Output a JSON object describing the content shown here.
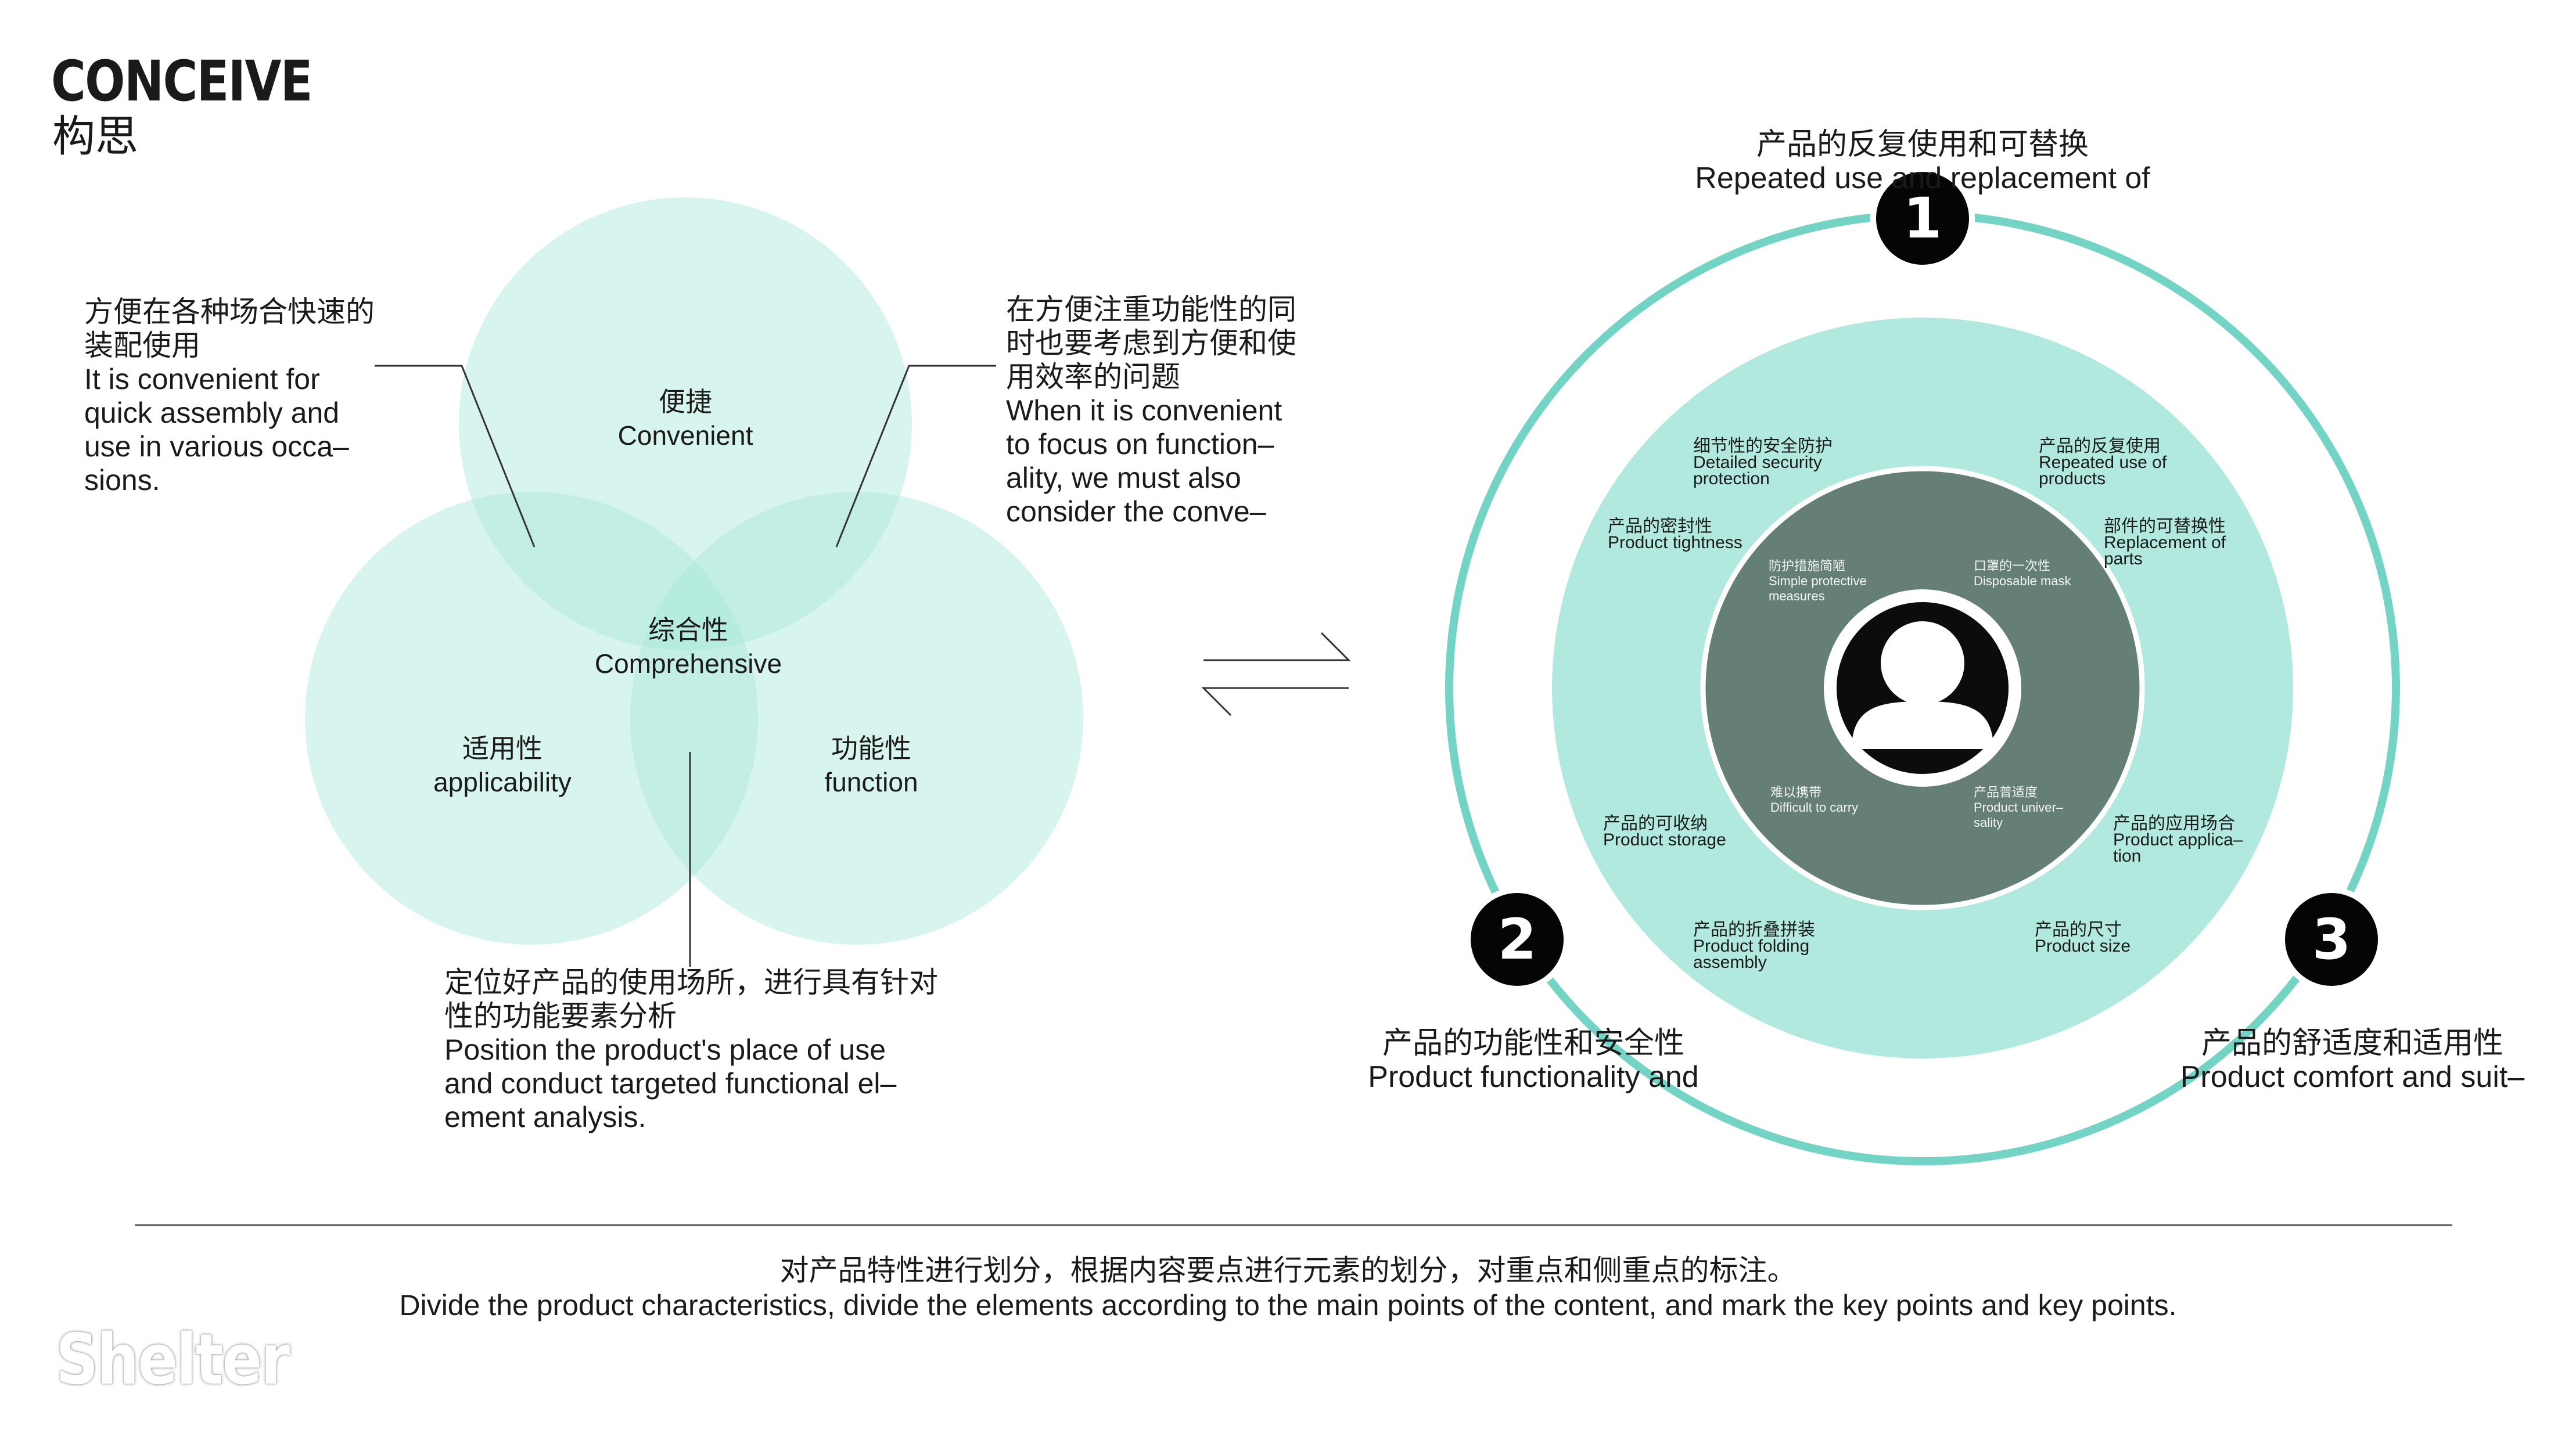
{
  "header": {
    "title_en": "CONCEIVE",
    "title_zh": "构思"
  },
  "colors": {
    "circle_fill": "#a8e6d9",
    "ring": "#73d3c4",
    "outer_disc": "#b1e9df",
    "inner_disc": "#657f77",
    "badge": "#050505"
  },
  "venn": {
    "top": {
      "zh": "便捷",
      "en": "Convenient"
    },
    "center": {
      "zh": "综合性",
      "en": "Comprehensive"
    },
    "left": {
      "zh": "适用性",
      "en": "applicability"
    },
    "right": {
      "zh": "功能性",
      "en": "function"
    }
  },
  "annotations": {
    "left": "方便在各种场合快速的\n装配使用\nIt is convenient for\nquick assembly and\nuse in various occa–\nsions.",
    "right": "在方便注重功能性的同\n时也要考虑到方便和使\n用效率的问题\nWhen it is convenient\nto focus on function–\nality, we must also\nconsider the conve–",
    "bottom": "定位好产品的使用场所，进行具有针对\n性的功能要素分析\nPosition the product's place of use\nand conduct targeted functional el–\nement analysis."
  },
  "steps": [
    {
      "number": "1",
      "zh": "产品的反复使用和可替换",
      "en": "Repeated use and replacement of"
    },
    {
      "number": "2",
      "zh": "产品的功能性和安全性",
      "en": "Product functionality and"
    },
    {
      "number": "3",
      "zh": "产品的舒适度和适用性",
      "en": "Product comfort and suit–"
    }
  ],
  "outer_labels": [
    "细节性的安全防护\nDetailed security\nprotection",
    "产品的反复使用\nRepeated use of\nproducts",
    "产品的密封性\nProduct tightness",
    "部件的可替换性\nReplacement of\nparts",
    "产品的可收纳\nProduct storage",
    "产品的应用场合\nProduct applica–\ntion",
    "产品的折叠拼装\nProduct folding\nassembly",
    "产品的尺寸\nProduct size"
  ],
  "inner_labels": [
    "防护措施简陋\nSimple protective\nmeasures",
    "口罩的一次性\nDisposable mask",
    "难以携带\nDifficult to carry",
    "产品普适度\nProduct univer–\nsality"
  ],
  "footer": {
    "zh": "对产品特性进行划分，根据内容要点进行元素的划分，对重点和侧重点的标注。",
    "en": "Divide the product characteristics, divide the elements according to the main points of the content, and mark the key points and key points."
  },
  "watermark": "Shelter"
}
